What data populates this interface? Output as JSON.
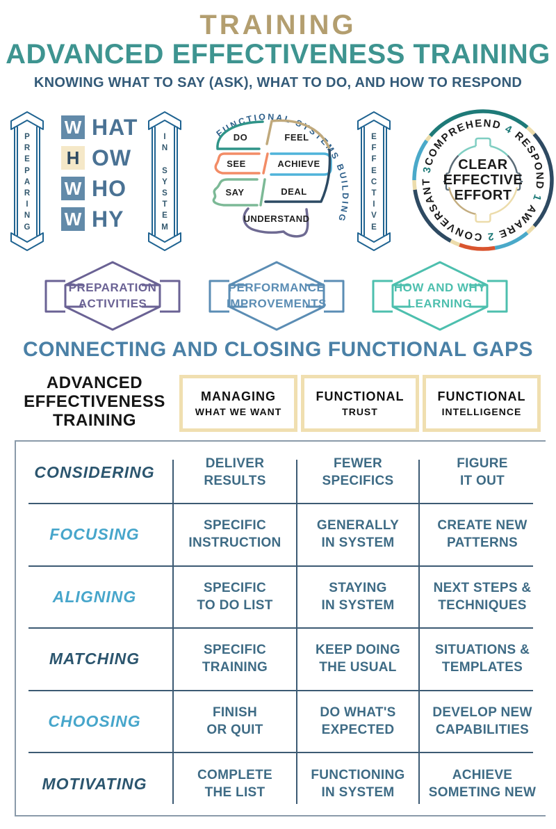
{
  "header": {
    "kicker": "TRAINING",
    "title": "ADVANCED EFFECTIVENESS TRAINING",
    "subtitle": "KNOWING WHAT TO SAY (ASK), WHAT TO DO, AND HOW TO RESPOND"
  },
  "pillars": {
    "left": "PREPARING",
    "middle": "IN SYSTEM",
    "right": "EFFECTIVE"
  },
  "whww": {
    "rows": [
      {
        "letter": "W",
        "word": "HAT",
        "box": "blue"
      },
      {
        "letter": "H",
        "word": "OW",
        "box": "cream"
      },
      {
        "letter": "W",
        "word": "HO",
        "box": "blue"
      },
      {
        "letter": "W",
        "word": "HY",
        "box": "blue"
      }
    ]
  },
  "head": {
    "arc_text": "FUNCTIONAL SYSTEMS BUILDING",
    "segments": [
      {
        "label": "DO",
        "color": "#2f9488"
      },
      {
        "label": "FEEL",
        "color": "#c0a97c"
      },
      {
        "label": "SEE",
        "color": "#f28c66"
      },
      {
        "label": "ACHIEVE",
        "color": "#4fb3da"
      },
      {
        "label": "SAY",
        "color": "#7cb996"
      },
      {
        "label": "DEAL",
        "color": "#2c4a63"
      },
      {
        "label": "UNDERSTAND",
        "color": "#6e6a92"
      }
    ]
  },
  "badge": {
    "ring": [
      "COMPREHEND",
      "4",
      "RESPOND",
      "1",
      "AWARE",
      "2",
      "CONVERSANT",
      "3"
    ],
    "center": [
      "CLEAR",
      "EFFECTIVE",
      "EFFORT"
    ]
  },
  "banners": [
    {
      "label": "PREPARATION\nACTIVITIES",
      "color": "#6a6294"
    },
    {
      "label": "PERFORMANCE\nIMPROVEMENTS",
      "color": "#5b8db4"
    },
    {
      "label": "HOW AND WHY\nLEARNING",
      "color": "#4dbfae"
    }
  ],
  "section_title": "CONNECTING AND CLOSING FUNCTIONAL GAPS",
  "matrix": {
    "row_header": "ADVANCED\nEFFECTIVENESS\nTRAINING",
    "columns": [
      {
        "line1": "MANAGING",
        "line2": "WHAT WE WANT"
      },
      {
        "line1": "FUNCTIONAL",
        "line2": "TRUST"
      },
      {
        "line1": "FUNCTIONAL",
        "line2": "INTELLIGENCE"
      }
    ]
  },
  "table": {
    "rows": [
      {
        "label": "CONSIDERING",
        "tone": "dark",
        "cells": [
          "DELIVER\nRESULTS",
          "FEWER\nSPECIFICS",
          "FIGURE\nIT OUT"
        ]
      },
      {
        "label": "FOCUSING",
        "tone": "light",
        "cells": [
          "SPECIFIC\nINSTRUCTION",
          "GENERALLY\nIN SYSTEM",
          "CREATE NEW\nPATTERNS"
        ]
      },
      {
        "label": "ALIGNING",
        "tone": "light",
        "cells": [
          "SPECIFIC\nTO DO LIST",
          "STAYING\nIN SYSTEM",
          "NEXT STEPS &\nTECHNIQUES"
        ]
      },
      {
        "label": "MATCHING",
        "tone": "dark",
        "cells": [
          "SPECIFIC\nTRAINING",
          "KEEP DOING\nTHE USUAL",
          "SITUATIONS &\nTEMPLATES"
        ]
      },
      {
        "label": "CHOOSING",
        "tone": "light",
        "cells": [
          "FINISH\nOR QUIT",
          "DO WHAT'S\nEXPECTED",
          "DEVELOP NEW\nCAPABILITIES"
        ]
      },
      {
        "label": "MOTIVATING",
        "tone": "dark",
        "cells": [
          "COMPLETE\nTHE LIST",
          "FUNCTIONING\nIN SYSTEM",
          "ACHIEVE\nSOMETING NEW"
        ]
      }
    ]
  },
  "colors": {
    "kicker_tan": "#b39e6f",
    "title_teal": "#3e9490",
    "subtitle_blue": "#335a78",
    "pillar_outline": "#1f6391",
    "whww_box_blue": "#628aa9",
    "whww_box_cream": "#f5e8c8",
    "ring_navy": "#2e4a62",
    "ring_teal": "#1e7a78",
    "ring_lightblue": "#4aa9c9",
    "ring_orange": "#d9542e",
    "ring_yellow": "#ecdcab",
    "section_blue": "#4a80a6",
    "header_box_border": "#f0dfb0",
    "table_dark_label": "#2b556e",
    "table_light_label": "#47a6cb",
    "table_cell_text": "#3e6b85"
  }
}
